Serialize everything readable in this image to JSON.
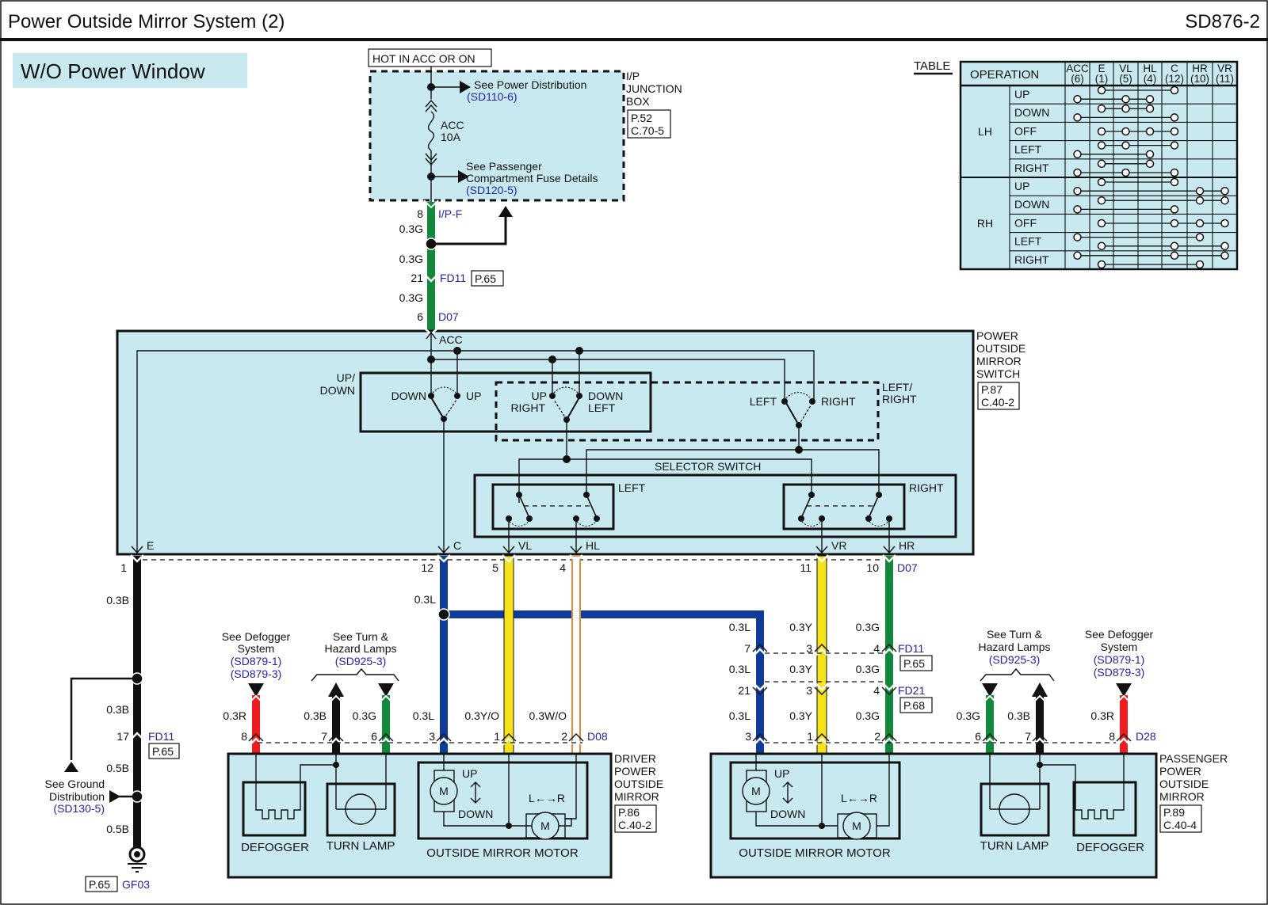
{
  "header": {
    "title": "Power Outside Mirror System (2)",
    "code": "SD876-2"
  },
  "variant_label": "W/O Power Window",
  "hot_label": "HOT IN ACC OR ON",
  "junction_box": {
    "name_lines": [
      "I/P",
      "JUNCTION",
      "BOX"
    ],
    "ref": [
      "P.52",
      "C.70-5"
    ],
    "fuse_label": [
      "ACC",
      "10A"
    ],
    "power_dist": {
      "text": "See Power Distribution",
      "ref": "(SD110-6)"
    },
    "fuse_details": {
      "lines": [
        "See Passenger",
        "Compartment Fuse Details"
      ],
      "ref": "(SD120-5)"
    }
  },
  "feed_wire": {
    "segments": [
      {
        "pin": "8",
        "connector": "I/P-F",
        "wire": "0.3G"
      },
      {
        "pin": "21",
        "connector": "FD11",
        "ref": "P.65",
        "wire": "0.3G"
      },
      {
        "pin": "6",
        "connector": "D07",
        "wire": "0.3G"
      }
    ]
  },
  "switch": {
    "name_lines": [
      "POWER",
      "OUTSIDE",
      "MIRROR",
      "SWITCH"
    ],
    "ref": [
      "P.87",
      "C.40-2"
    ],
    "acc_label": "ACC",
    "updown_label": [
      "UP/",
      "DOWN"
    ],
    "leftright_label": [
      "LEFT/",
      "RIGHT"
    ],
    "ud_down": "DOWN",
    "ud_up": "UP",
    "mid_up": "UP",
    "mid_right": "RIGHT",
    "mid_down": "DOWN",
    "mid_left": "LEFT",
    "lr_left": "LEFT",
    "lr_right": "RIGHT",
    "selector_label": "SELECTOR SWITCH",
    "sel_left": "LEFT",
    "sel_right": "RIGHT",
    "terminals": [
      "E",
      "C",
      "VL",
      "HL",
      "VR",
      "HR"
    ],
    "pins": [
      "1",
      "12",
      "5",
      "4",
      "11",
      "10"
    ],
    "connector": "D07"
  },
  "ground": {
    "wires": [
      "0.3B",
      "0.3B",
      "0.5B",
      "0.5B"
    ],
    "pin": "17",
    "connector": "FD11",
    "ref": "P.65",
    "ground_dist": {
      "lines": [
        "See Ground",
        "Distribution"
      ],
      "ref": "(SD130-5)"
    },
    "ground_point": "GF03",
    "ground_ref": "P.65"
  },
  "blue_split_wire": "0.3L",
  "driver_mirror": {
    "name_lines": [
      "DRIVER",
      "POWER",
      "OUTSIDE",
      "MIRROR"
    ],
    "ref": [
      "P.86",
      "C.40-2"
    ],
    "connector": "D08",
    "defogger_ref": {
      "lines": [
        "See Defogger",
        "System"
      ],
      "refs": [
        "(SD879-1)",
        "(SD879-3)"
      ]
    },
    "turn_ref": {
      "lines": [
        "See Turn &",
        "Hazard Lamps"
      ],
      "refs": [
        "(SD925-3)"
      ]
    },
    "pins": [
      {
        "pin": "8",
        "wire": "0.3R",
        "color": "#ee1c1c"
      },
      {
        "pin": "7",
        "wire": "0.3B",
        "color": "#111111"
      },
      {
        "pin": "6",
        "wire": "0.3G",
        "color": "#12883a"
      },
      {
        "pin": "3",
        "wire": "0.3L",
        "color": "#0f3c9a"
      },
      {
        "pin": "1",
        "wire": "0.3Y/O",
        "color": "#f5e21a"
      },
      {
        "pin": "2",
        "wire": "0.3W/O",
        "color": "#f2b27a"
      }
    ],
    "defogger": "DEFOGGER",
    "turn_lamp": "TURN LAMP",
    "motor": "OUTSIDE MIRROR MOTOR",
    "m": "M",
    "up": "UP",
    "down": "DOWN",
    "lr": "L←→R"
  },
  "passenger_mirror": {
    "name_lines": [
      "PASSENGER",
      "POWER",
      "OUTSIDE",
      "MIRROR"
    ],
    "ref": [
      "P.89",
      "C.40-4"
    ],
    "connector": "D28",
    "inline": [
      {
        "connector": "FD11",
        "ref": "P.65",
        "pins": [
          "7",
          "3",
          "4"
        ]
      },
      {
        "connector": "FD21",
        "ref": "P.68",
        "pins": [
          "21",
          "3",
          "4"
        ]
      }
    ],
    "wires": [
      "0.3L",
      "0.3Y",
      "0.3G"
    ],
    "defogger_ref": {
      "lines": [
        "See Defogger",
        "System"
      ],
      "refs": [
        "(SD879-1)",
        "(SD879-3)"
      ]
    },
    "turn_ref": {
      "lines": [
        "See Turn &",
        "Hazard Lamps"
      ],
      "refs": [
        "(SD925-3)"
      ]
    },
    "pins": [
      {
        "pin": "3",
        "wire": "0.3L",
        "color": "#0f3c9a"
      },
      {
        "pin": "1",
        "wire": "0.3Y",
        "color": "#f5e21a"
      },
      {
        "pin": "2",
        "wire": "0.3G",
        "color": "#12883a"
      },
      {
        "pin": "6",
        "wire": "0.3G",
        "color": "#12883a"
      },
      {
        "pin": "7",
        "wire": "0.3B",
        "color": "#111111"
      },
      {
        "pin": "8",
        "wire": "0.3R",
        "color": "#ee1c1c"
      }
    ],
    "defogger": "DEFOGGER",
    "turn_lamp": "TURN LAMP",
    "motor": "OUTSIDE MIRROR MOTOR",
    "m": "M",
    "up": "UP",
    "down": "DOWN",
    "lr": "L←→R"
  },
  "table": {
    "label": "TABLE",
    "header": "OPERATION",
    "columns": [
      {
        "name": "ACC",
        "pin": "(6)"
      },
      {
        "name": "E",
        "pin": "(1)"
      },
      {
        "name": "VL",
        "pin": "(5)"
      },
      {
        "name": "HL",
        "pin": "(4)"
      },
      {
        "name": "C",
        "pin": "(12)"
      },
      {
        "name": "HR",
        "pin": "(10)"
      },
      {
        "name": "VR",
        "pin": "(11)"
      }
    ],
    "groups": [
      {
        "name": "LH",
        "rows": [
          {
            "op": "UP",
            "links": [
              [
                1,
                4
              ],
              [
                0,
                2,
                3
              ]
            ]
          },
          {
            "op": "DOWN",
            "links": [
              [
                1,
                2,
                3
              ],
              [
                0,
                4
              ]
            ]
          },
          {
            "op": "OFF",
            "links": [
              [
                1,
                2,
                3,
                4
              ]
            ]
          },
          {
            "op": "LEFT",
            "links": [
              [
                1,
                2,
                4
              ],
              [
                0,
                3
              ]
            ]
          },
          {
            "op": "RIGHT",
            "links": [
              [
                1,
                3
              ],
              [
                0,
                2,
                4
              ]
            ]
          }
        ]
      },
      {
        "name": "RH",
        "rows": [
          {
            "op": "UP",
            "links": [
              [
                1,
                4
              ],
              [
                0,
                5,
                6
              ]
            ]
          },
          {
            "op": "DOWN",
            "links": [
              [
                1,
                5,
                6
              ],
              [
                0,
                4
              ]
            ]
          },
          {
            "op": "OFF",
            "links": [
              [
                1,
                4,
                5,
                6
              ]
            ]
          },
          {
            "op": "LEFT",
            "links": [
              [
                0,
                5
              ],
              [
                1,
                4,
                6
              ]
            ]
          },
          {
            "op": "RIGHT",
            "links": [
              [
                0,
                4,
                6
              ],
              [
                1,
                5
              ]
            ]
          }
        ]
      }
    ]
  }
}
